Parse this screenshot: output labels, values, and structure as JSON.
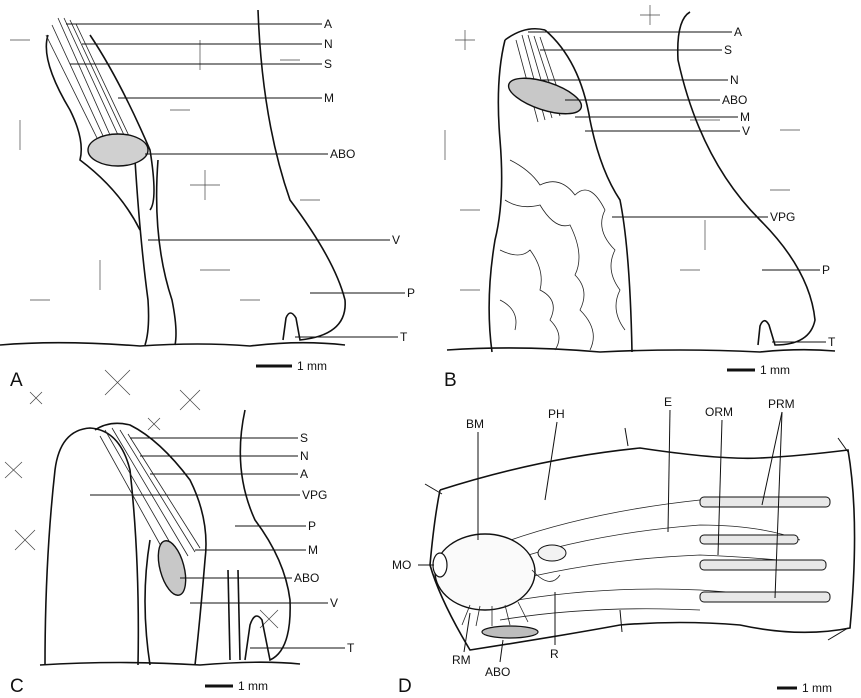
{
  "panels": {
    "A": {
      "letter": "A",
      "scale": "1 mm",
      "labels": [
        "A",
        "N",
        "S",
        "M",
        "ABO",
        "V",
        "P",
        "T"
      ]
    },
    "B": {
      "letter": "B",
      "scale": "1 mm",
      "labels": [
        "A",
        "S",
        "N",
        "ABO",
        "M",
        "V",
        "VPG",
        "P",
        "T"
      ]
    },
    "C": {
      "letter": "C",
      "scale": "1 mm",
      "labels": [
        "S",
        "N",
        "A",
        "VPG",
        "P",
        "M",
        "ABO",
        "V",
        "T"
      ]
    },
    "D": {
      "letter": "D",
      "scale": "1 mm",
      "labels": [
        "BM",
        "PH",
        "E",
        "ORM",
        "PRM",
        "MO",
        "RM",
        "ABO",
        "R"
      ]
    }
  }
}
